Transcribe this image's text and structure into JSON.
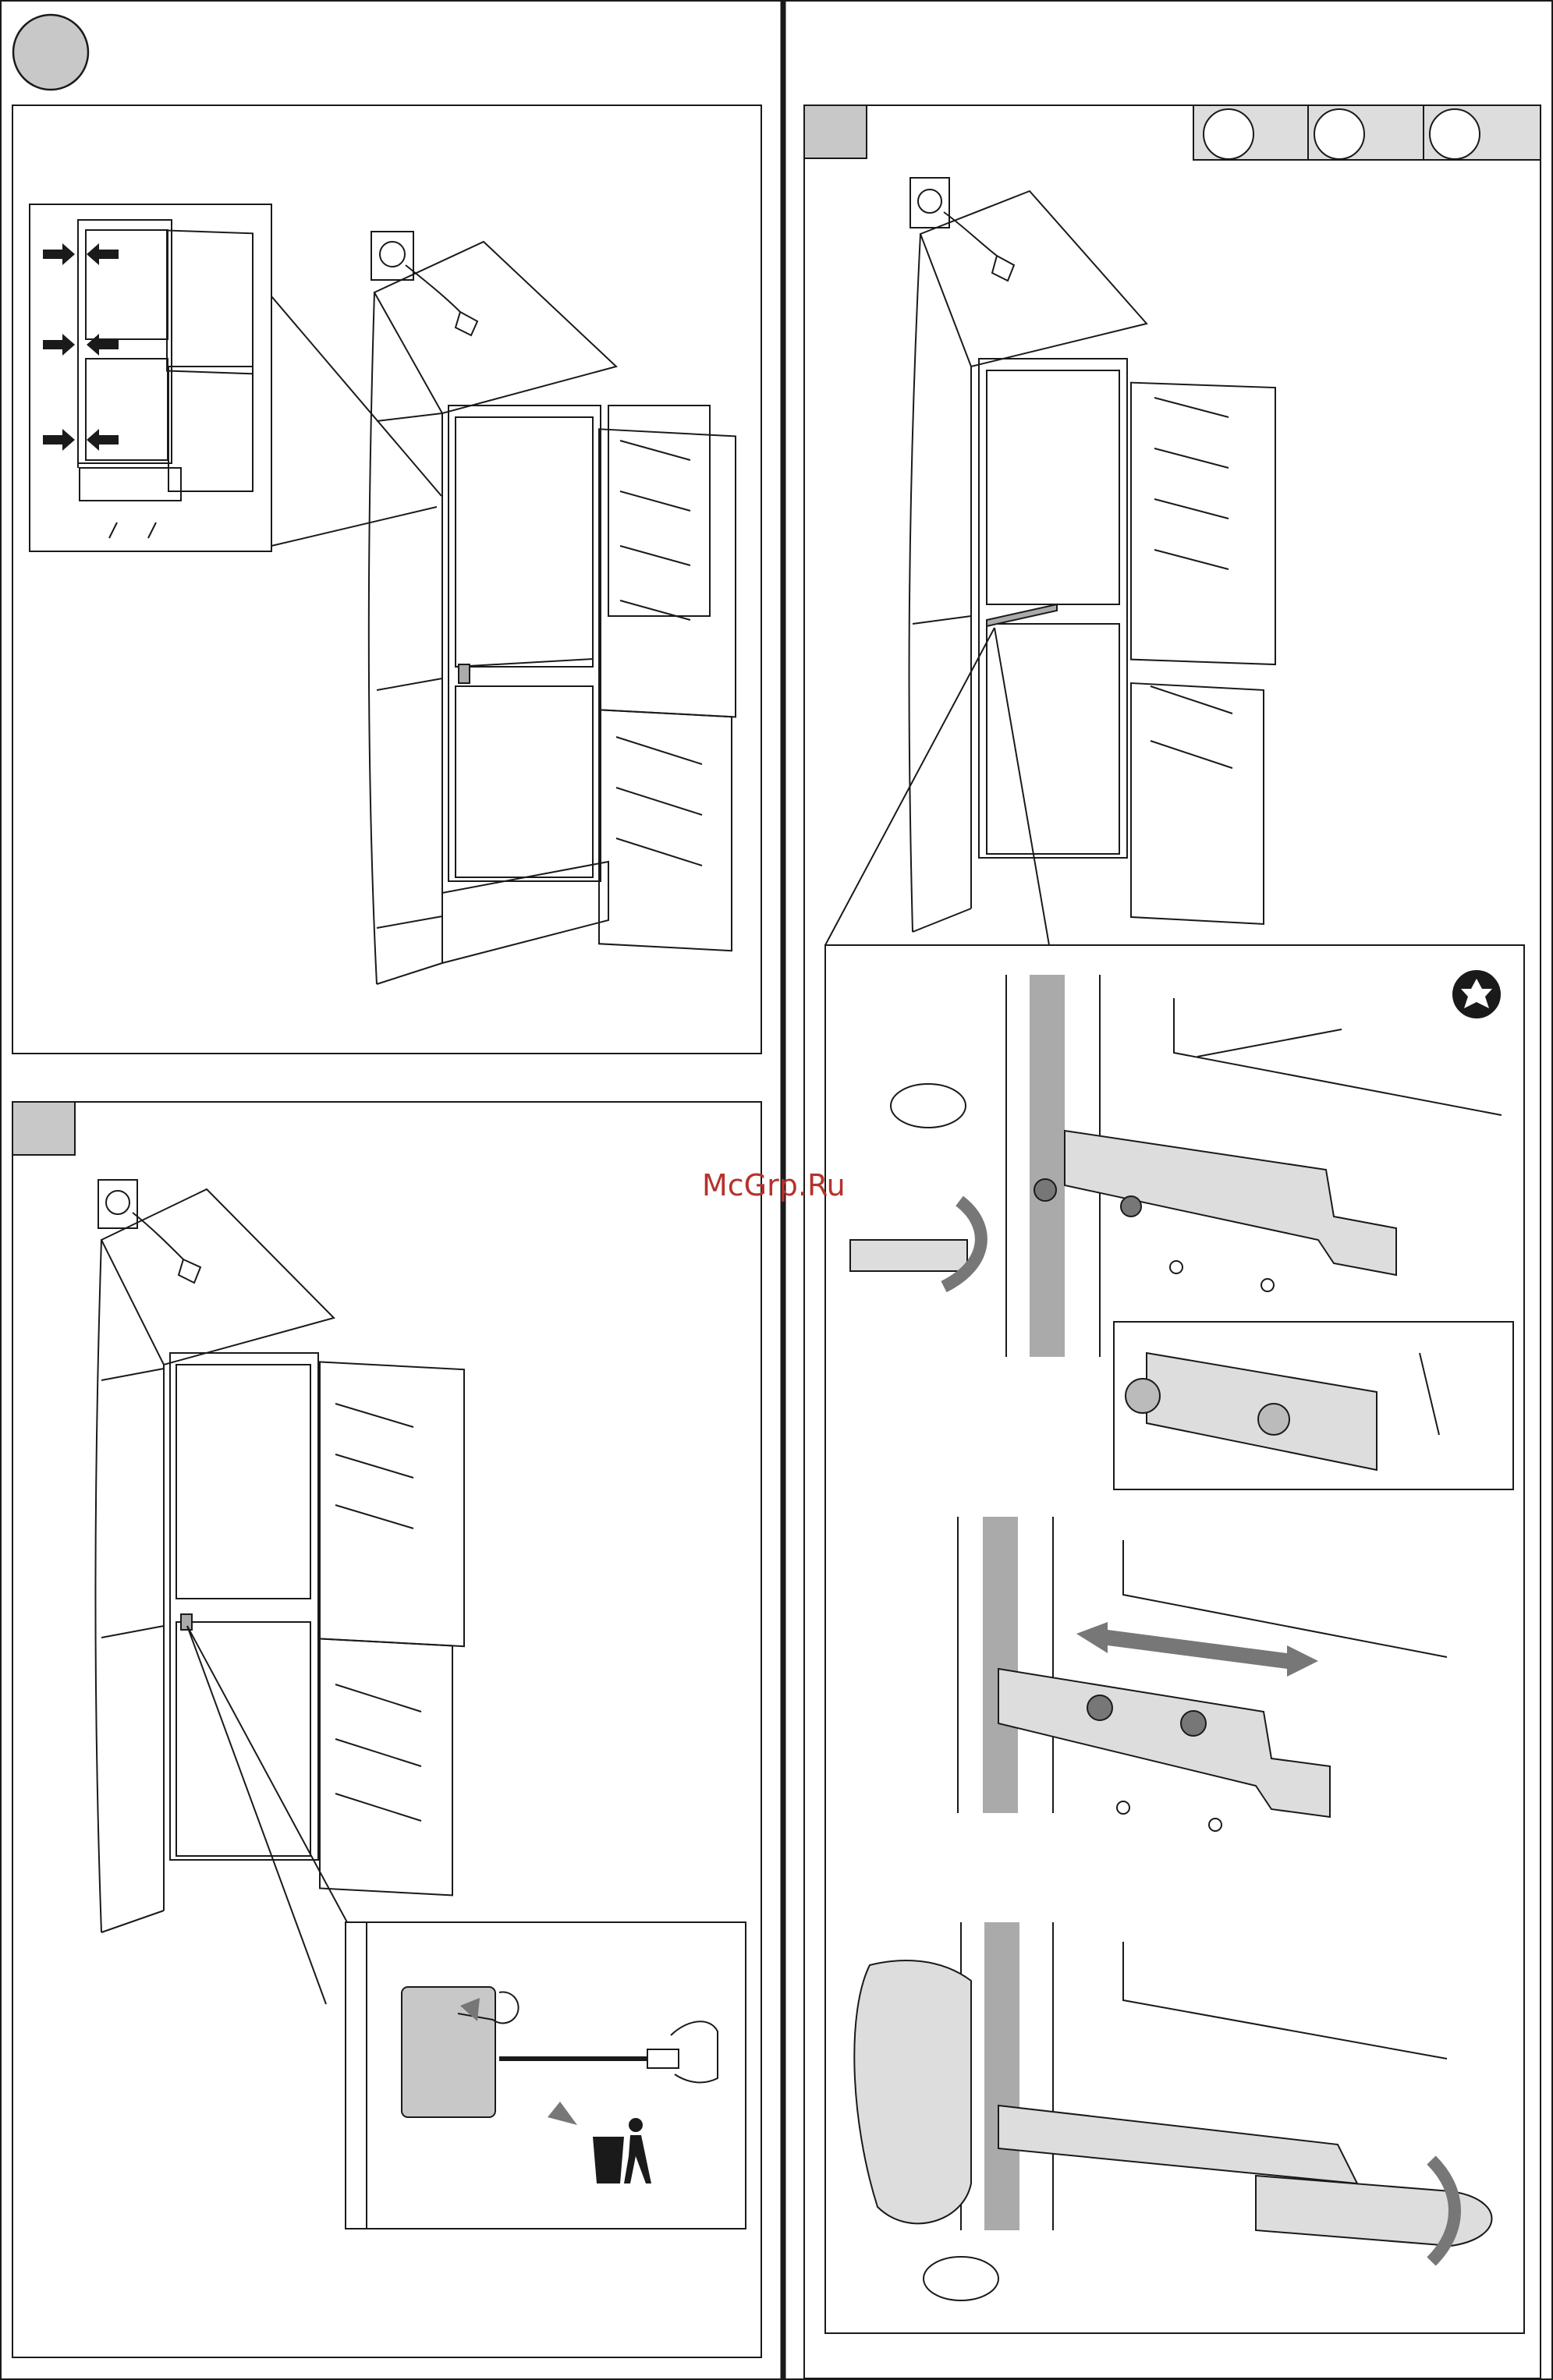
{
  "watermark": {
    "text": "McGrp.Ru"
  },
  "colors": {
    "ink": "#1a1a1a",
    "panel_grey": "#c8c8c8",
    "strip_grey": "#aaaaaa",
    "arrow_grey": "#777777",
    "watermark": "#b5322c"
  },
  "left_page": {
    "step_marker": "step-circle",
    "panel_a": {
      "detail_inset_arrows": 6,
      "illustration": "cabinet-with-fridge"
    },
    "panel_b": {
      "step_box": "grey-square",
      "detail": "remove-cover-cap"
    }
  },
  "right_page": {
    "step_box": "grey-square",
    "option_boxes": 3,
    "tool_icon": "torx-icon",
    "details": [
      "loosen-bracket-screws",
      "slide-bracket",
      "tighten-screws"
    ]
  }
}
